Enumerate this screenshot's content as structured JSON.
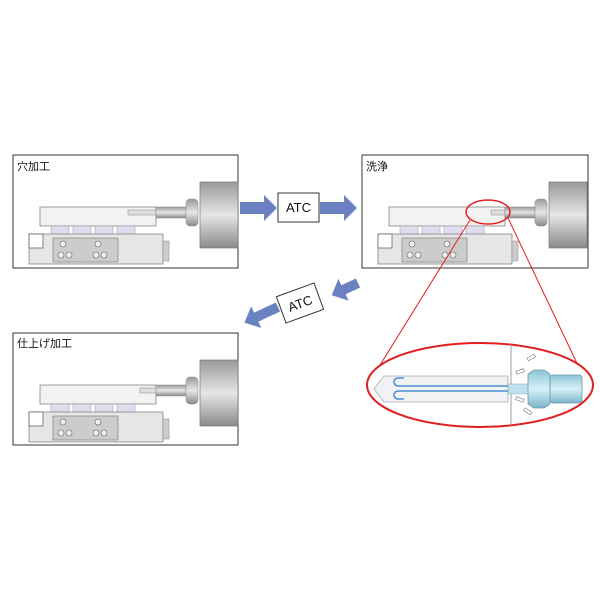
{
  "steps": [
    {
      "label": "穴加工"
    },
    {
      "label": "洗浄"
    },
    {
      "label": "仕上げ加工"
    }
  ],
  "transitions": [
    {
      "label": "ATC"
    },
    {
      "label": "ATC"
    }
  ],
  "colors": {
    "arrow": "#6b82c2",
    "highlight": "#e02020",
    "panel_border": "#333333",
    "coolant_channel": "#4a8fd4",
    "holder": "#a8d8e8"
  }
}
